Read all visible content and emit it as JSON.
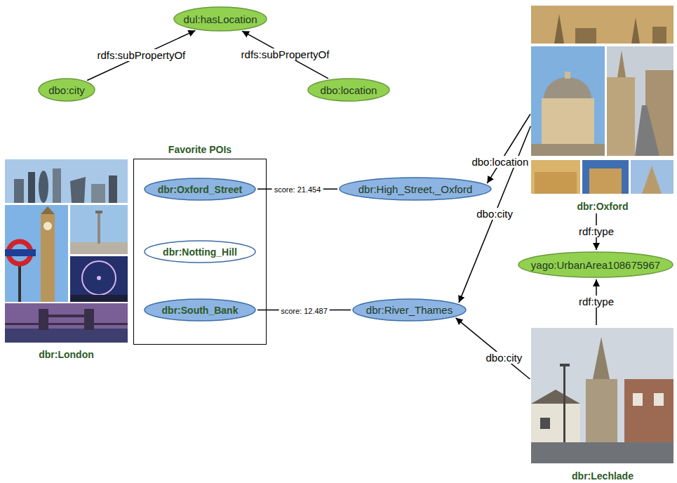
{
  "diagram": {
    "nodes": [
      {
        "text": [
          "dul:hasLocation"
        ]
      },
      {
        "text": [
          "dbo:city"
        ]
      },
      {
        "text": [
          "dbo:location"
        ]
      },
      {
        "text": [
          "dbr:Oxford"
        ]
      },
      {
        "text": [
          "dbr:London"
        ]
      },
      {
        "text": [
          "Favorite POIs"
        ]
      },
      {
        "text": [
          "dbr:Oxford_Street"
        ],
        "in": 5
      },
      {
        "text": [
          "dbr:Notting_Hill"
        ],
        "in": 5
      },
      {
        "text": [
          "dbr:South_Bank"
        ],
        "in": 5
      },
      {
        "text": [
          "dbr:High_Street,_Oxford"
        ]
      },
      {
        "text": [
          "dbr:River_Thames"
        ]
      },
      {
        "text": [
          "yago:UrbanArea108675967"
        ]
      },
      {
        "text": [
          "dbr:Lechlade"
        ]
      }
    ],
    "edges": [
      {
        "from": 1,
        "to": 0,
        "arrow": "to",
        "label": "rdfs:subPropertyOf"
      },
      {
        "from": 2,
        "to": 0,
        "arrow": "to",
        "label": "rdfs:subPropertyOf"
      },
      {
        "from": 6,
        "to": 9,
        "arrow": "none",
        "label": "score: 21.454"
      },
      {
        "from": 8,
        "to": 10,
        "arrow": "none",
        "label": "score: 12.487"
      },
      {
        "from": 3,
        "to": 9,
        "arrow": "to",
        "label": "dbo:location"
      },
      {
        "from": 3,
        "to": 10,
        "arrow": "to",
        "label": "dbo:city"
      },
      {
        "from": 3,
        "to": 11,
        "arrow": "to",
        "label": "rdf:type"
      },
      {
        "from": 12,
        "to": 10,
        "arrow": "to",
        "label": "dbo:city"
      },
      {
        "from": 12,
        "to": 11,
        "arrow": "to",
        "label": "rdf:type"
      }
    ]
  }
}
